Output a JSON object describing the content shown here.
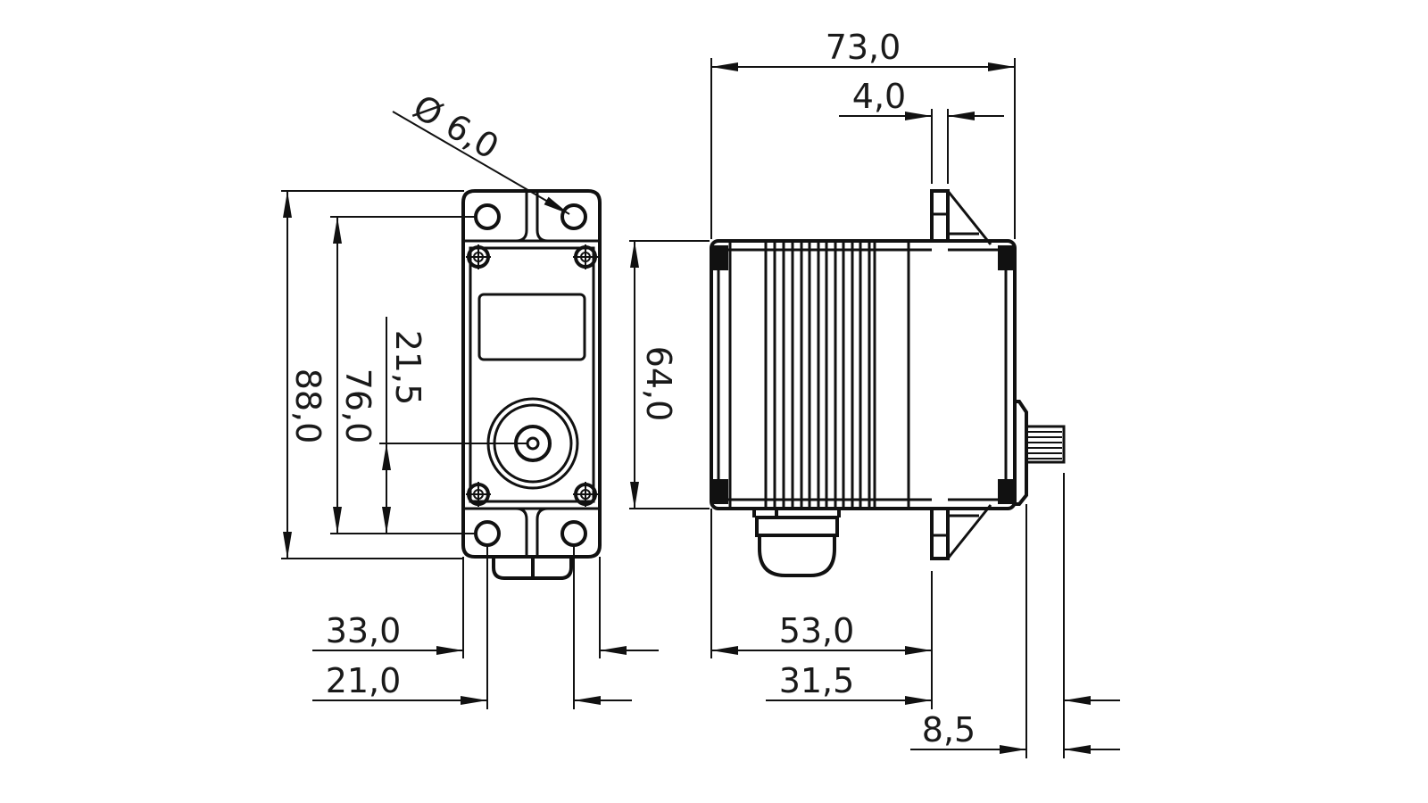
{
  "drawing": {
    "front_view": {
      "dimensions": {
        "overall_height": "88,0",
        "hole_spacing_vertical": "76,0",
        "shaft_offset": "21,5",
        "overall_width": "33,0",
        "hole_spacing_horizontal": "21,0",
        "hole_diameter": "Ø 6,0"
      }
    },
    "side_view": {
      "dimensions": {
        "overall_length": "73,0",
        "flange_thickness": "4,0",
        "body_height": "64,0",
        "body_to_flange": "53,0",
        "flange_to_shaft_end": "31,5",
        "shaft_length": "8,5"
      }
    }
  }
}
